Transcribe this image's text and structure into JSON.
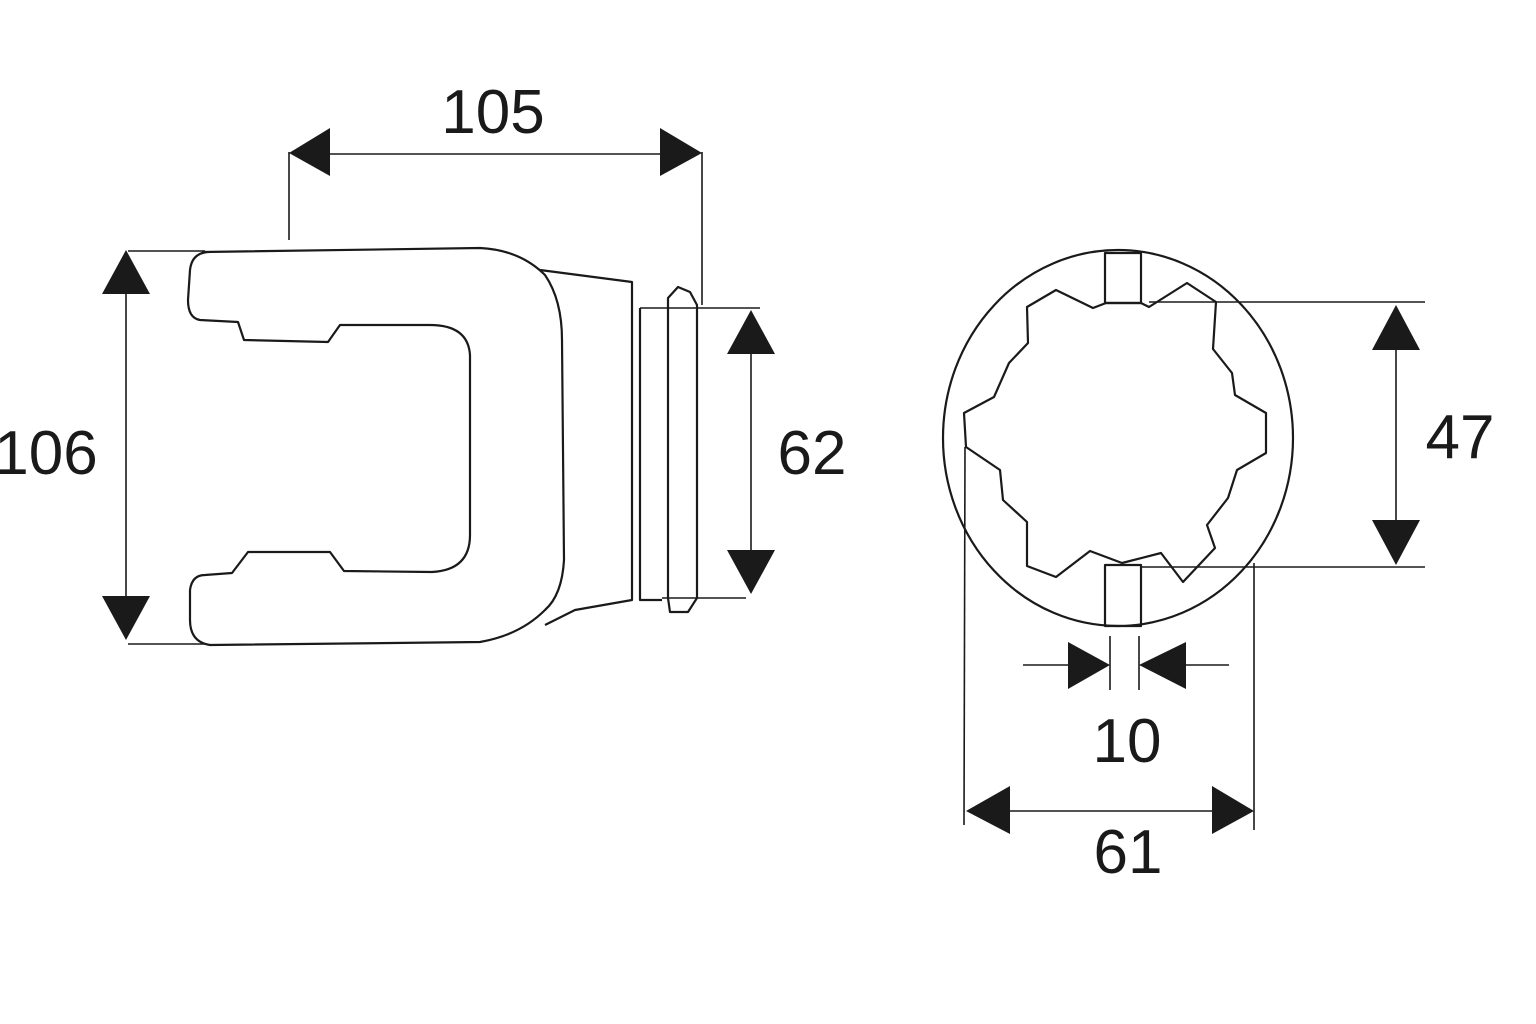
{
  "dimensions": {
    "overall_length": "105",
    "yoke_height": "106",
    "collar_diameter": "62",
    "bore_height": "47",
    "keyway_width": "10",
    "bore_width": "61"
  },
  "colors": {
    "line": "#1a1a1a",
    "background": "#ffffff"
  }
}
